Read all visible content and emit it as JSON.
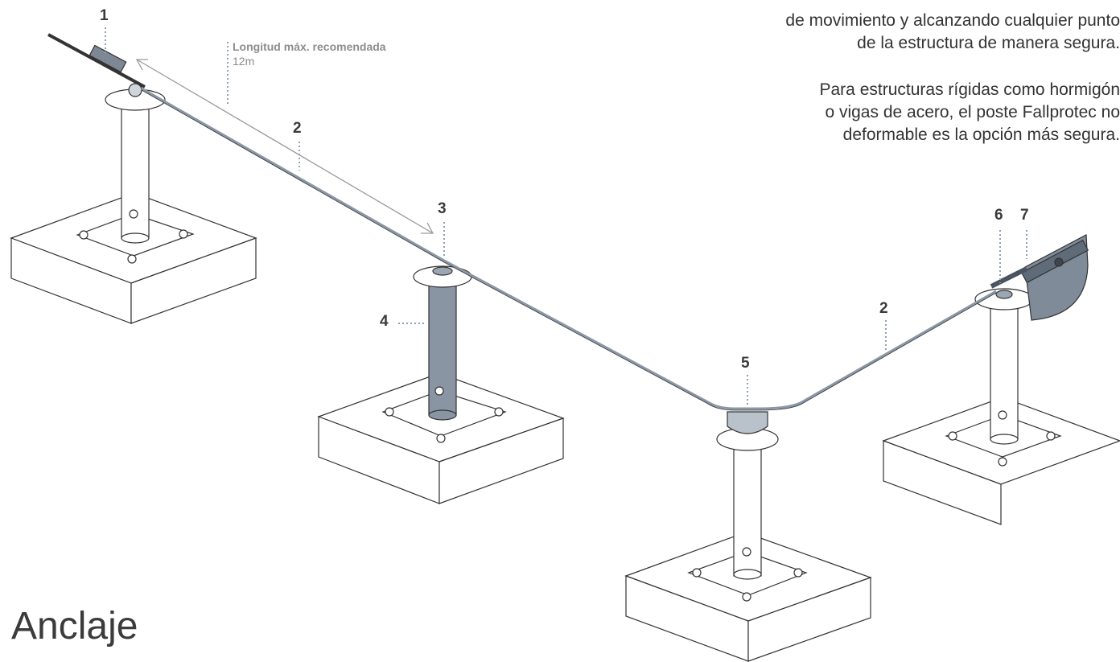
{
  "intro": {
    "lines": [
      "de movimiento y alcanzando cualquier punto",
      "de la estructura de manera segura."
    ],
    "paragraph2": [
      "Para estructuras rígidas como hormigón",
      "o vigas de acero, el poste Fallprotec no",
      "deformable es la opción más segura."
    ]
  },
  "length_note": {
    "title": "Longitud máx. recomendada",
    "value": "12m"
  },
  "callouts": {
    "c1": "1",
    "c2a": "2",
    "c3": "3",
    "c4": "4",
    "c5": "5",
    "c2b": "2",
    "c6": "6",
    "c7": "7"
  },
  "heading": "Anclaje",
  "colors": {
    "line": "#333333",
    "cable": "#8b97a6",
    "dotted": "#8fa0b4",
    "highlight_post": "#8a95a3",
    "arrow": "#9a9a9a"
  }
}
